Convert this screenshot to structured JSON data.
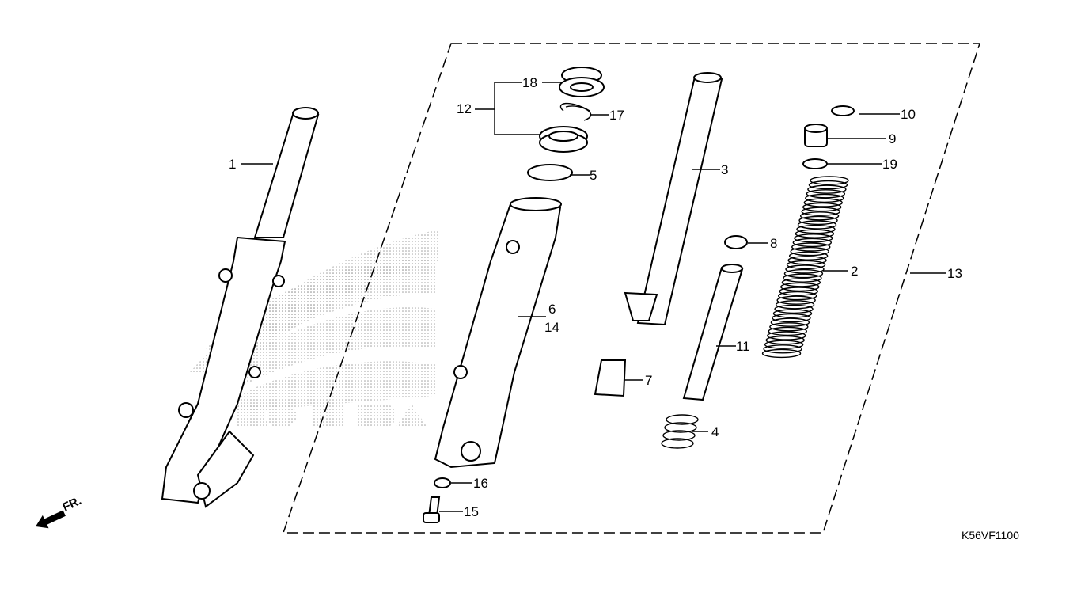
{
  "diagram": {
    "code": "K56VF1100",
    "direction_label": "FR.",
    "watermark": "HONDA",
    "callouts": [
      {
        "id": "1",
        "text": "1"
      },
      {
        "id": "2",
        "text": "2"
      },
      {
        "id": "3",
        "text": "3"
      },
      {
        "id": "4",
        "text": "4"
      },
      {
        "id": "5",
        "text": "5"
      },
      {
        "id": "6",
        "text": "6"
      },
      {
        "id": "7",
        "text": "7"
      },
      {
        "id": "8",
        "text": "8"
      },
      {
        "id": "9",
        "text": "9"
      },
      {
        "id": "10",
        "text": "10"
      },
      {
        "id": "11",
        "text": "11"
      },
      {
        "id": "12",
        "text": "12"
      },
      {
        "id": "13",
        "text": "13"
      },
      {
        "id": "14",
        "text": "14"
      },
      {
        "id": "15",
        "text": "15"
      },
      {
        "id": "16",
        "text": "16"
      },
      {
        "id": "17",
        "text": "17"
      },
      {
        "id": "18",
        "text": "18"
      },
      {
        "id": "19",
        "text": "19"
      }
    ]
  }
}
